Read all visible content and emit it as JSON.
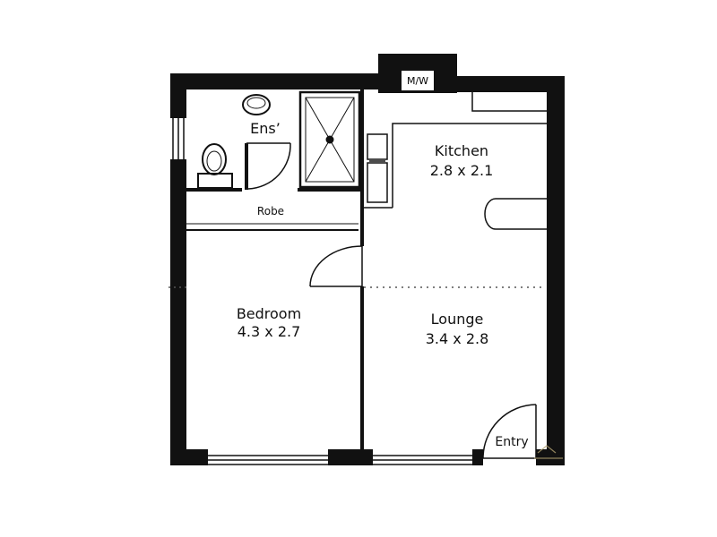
{
  "rooms": {
    "ensuite": {
      "name": "Ens’"
    },
    "robe": {
      "name": "Robe"
    },
    "kitchen": {
      "name": "Kitchen",
      "dims": "2.8 x 2.1"
    },
    "bedroom": {
      "name": "Bedroom",
      "dims": "4.3 x 2.7"
    },
    "lounge": {
      "name": "Lounge",
      "dims": "3.4 x 2.8"
    },
    "entry": {
      "name": "Entry"
    }
  },
  "appliances": {
    "microwave": "M/W"
  }
}
